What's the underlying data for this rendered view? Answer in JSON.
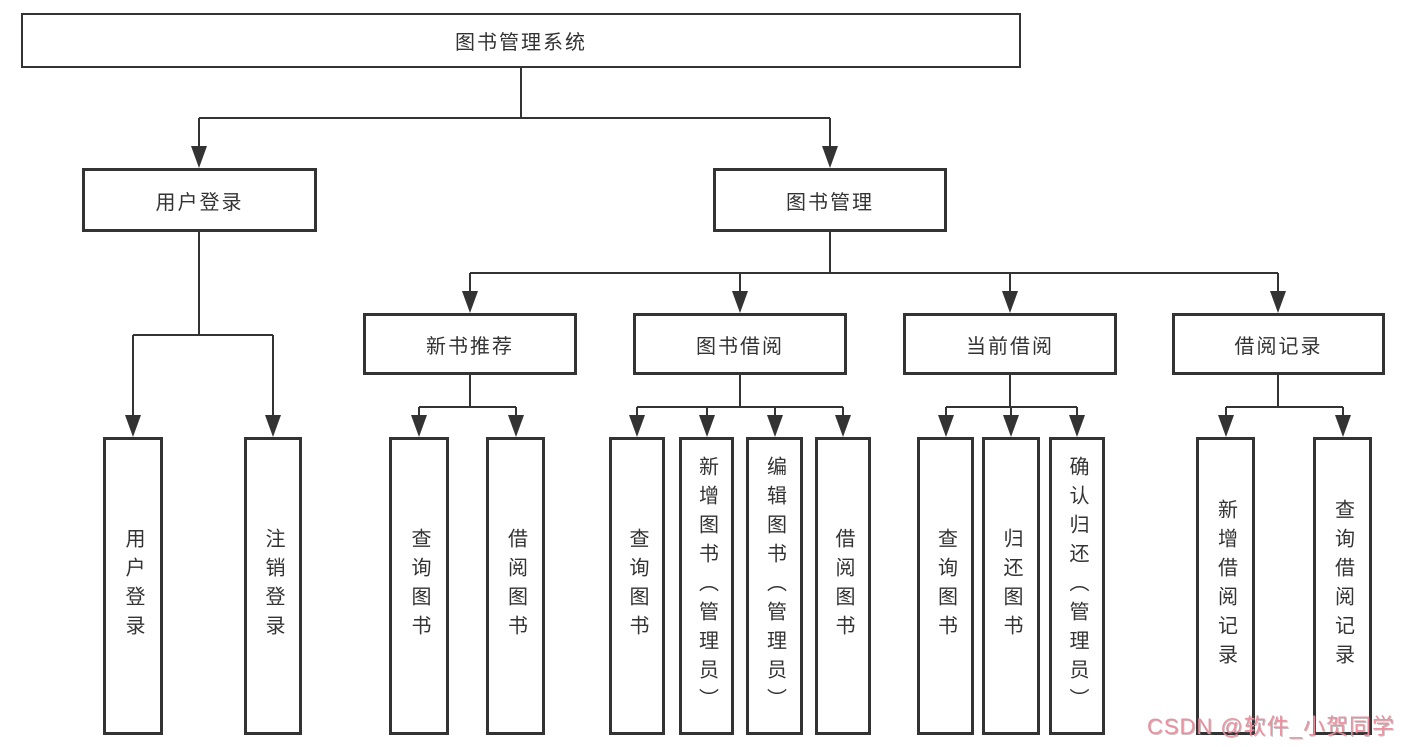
{
  "diagram": {
    "root": {
      "label": "图书管理系统"
    },
    "branches": [
      {
        "label": "用户登录",
        "leaves": [
          "用户登录",
          "注销登录"
        ]
      },
      {
        "label": "图书管理",
        "groups": [
          {
            "label": "新书推荐",
            "leaves": [
              "查询图书",
              "借阅图书"
            ]
          },
          {
            "label": "图书借阅",
            "leaves": [
              "查询图书",
              "新增图书（管理员）",
              "编辑图书（管理员）",
              "借阅图书"
            ]
          },
          {
            "label": "当前借阅",
            "leaves": [
              "查询图书",
              "归还图书",
              "确认归还（管理员）"
            ]
          },
          {
            "label": "借阅记录",
            "leaves": [
              "新增借阅记录",
              "查询借阅记录"
            ]
          }
        ]
      }
    ]
  },
  "watermark": {
    "text": "CSDN @软件_小贺同学",
    "color": "#EC8C9C"
  },
  "colors": {
    "line": "#333333",
    "box_border": "#333333",
    "text": "#333333",
    "background": "#FFFFFF"
  }
}
